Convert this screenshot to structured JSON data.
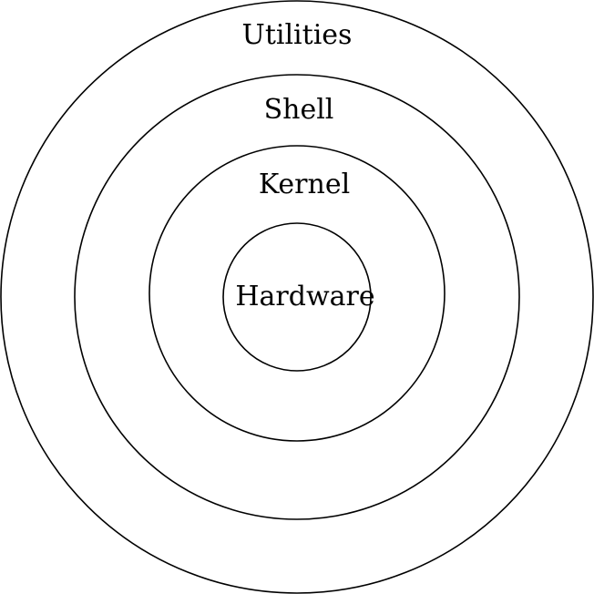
{
  "diagram": {
    "layers": [
      {
        "id": "utilities",
        "label": "Utilities"
      },
      {
        "id": "shell",
        "label": "Shell"
      },
      {
        "id": "kernel",
        "label": "Kernel"
      },
      {
        "id": "hardware",
        "label": "Hardware"
      }
    ],
    "colors": {
      "background": "#ffffff",
      "stroke": "#000000",
      "text": "#000000"
    }
  }
}
